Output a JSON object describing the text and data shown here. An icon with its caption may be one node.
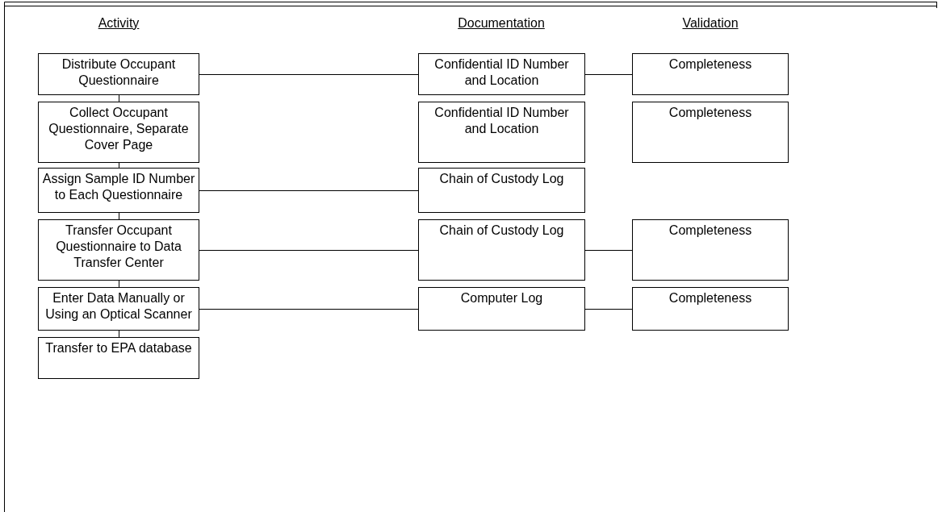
{
  "diagram": {
    "nodes": [
      {
        "text": [
          "Distribute Occupant Questionnaire"
        ]
      },
      {
        "text": [
          "Confidential ID Number and Location"
        ]
      },
      {
        "text": [
          "Completeness"
        ]
      },
      {
        "text": [
          "Collect Occupant Questionnaire, Separate Cover Page"
        ]
      },
      {
        "text": [
          "Confidential ID Number and Location"
        ]
      },
      {
        "text": [
          "Completeness"
        ]
      },
      {
        "text": [
          "Assign Sample ID Number to Each Questionnaire"
        ]
      },
      {
        "text": [
          "Chain of Custody Log"
        ]
      },
      {
        "text": [
          "Transfer Occupant Questionnaire to Data Transfer Center"
        ]
      },
      {
        "text": [
          "Chain of Custody Log"
        ]
      },
      {
        "text": [
          "Completeness"
        ]
      },
      {
        "text": [
          "Enter Data Manually or Using an Optical Scanner"
        ]
      },
      {
        "text": [
          "Computer Log"
        ]
      },
      {
        "text": [
          "Completeness"
        ]
      },
      {
        "text": [
          "Transfer to EPA database"
        ]
      }
    ],
    "edges": [
      {
        "from": 0,
        "to": 1,
        "arrow": "none"
      },
      {
        "from": 1,
        "to": 2,
        "arrow": "none"
      },
      {
        "from": 0,
        "to": 3,
        "arrow": "none"
      },
      {
        "from": 3,
        "to": 6,
        "arrow": "none"
      },
      {
        "from": 6,
        "to": 7,
        "arrow": "none"
      },
      {
        "from": 6,
        "to": 8,
        "arrow": "none"
      },
      {
        "from": 8,
        "to": 9,
        "arrow": "none"
      },
      {
        "from": 9,
        "to": 10,
        "arrow": "none"
      },
      {
        "from": 8,
        "to": 11,
        "arrow": "none"
      },
      {
        "from": 11,
        "to": 12,
        "arrow": "none"
      },
      {
        "from": 12,
        "to": 13,
        "arrow": "none"
      },
      {
        "from": 11,
        "to": 14,
        "arrow": "none"
      }
    ],
    "labels": [
      "Activity",
      "Documentation",
      "Validation"
    ]
  }
}
